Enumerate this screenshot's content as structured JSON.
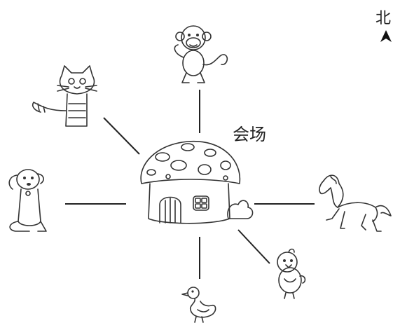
{
  "compass": {
    "north_label": "北",
    "icon": "north-arrow-icon"
  },
  "center": {
    "label": "会场",
    "icon": "mushroom-house-icon"
  },
  "animals": [
    {
      "key": "monkey",
      "icon": "monkey-icon",
      "direction": "north"
    },
    {
      "key": "cat",
      "icon": "cat-icon",
      "direction": "northwest"
    },
    {
      "key": "dog",
      "icon": "dog-icon",
      "direction": "west"
    },
    {
      "key": "horse",
      "icon": "horse-icon",
      "direction": "east"
    },
    {
      "key": "chick",
      "icon": "chick-icon",
      "direction": "southeast"
    },
    {
      "key": "duck",
      "icon": "duck-icon",
      "direction": "south"
    }
  ],
  "colors": {
    "line": "#222222",
    "background": "#ffffff"
  }
}
